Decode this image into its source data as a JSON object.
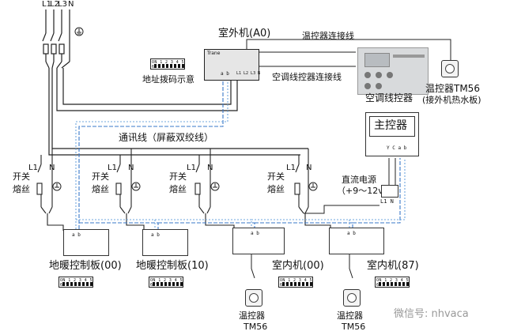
{
  "phases": [
    "L1",
    "L2",
    "L3",
    "N"
  ],
  "outdoor_unit": {
    "title": "室外机(A0)",
    "brand": "Trane",
    "terminals": "a b",
    "terminals2": "L1 L2 L3 N"
  },
  "dip_label": "地址拨码示意",
  "dip_scale": "ON 1 2 3 4 5 6 7 8",
  "wire_thermostat_link": "温控器连接线",
  "wire_wired_controller_link": "空调线控器连接线",
  "wired_controller": "空调线控器",
  "thermostat_outdoor": {
    "line1": "温控器TM56",
    "line2": "(接外机热水板)"
  },
  "comm_line": "通讯线（屏蔽双绞线）",
  "main_controller": {
    "title": "主控器",
    "terminals": "Y C a b"
  },
  "dc_power": {
    "line1": "直流电源",
    "line2": "（+9～12v）",
    "terminals": "L1 N"
  },
  "branch": {
    "switch": "开关",
    "fuse": "熔丝",
    "L1": "L1",
    "N": "N"
  },
  "units": [
    {
      "label": "地暖控制板(00)"
    },
    {
      "label": "地暖控制板(10)"
    },
    {
      "label": "室内机(00)"
    },
    {
      "label": "室内机(87)"
    }
  ],
  "tm56": {
    "line1": "温控器",
    "line2": "TM56"
  },
  "terminal_ab": "a b",
  "watermark": "微信号: nhvaca"
}
